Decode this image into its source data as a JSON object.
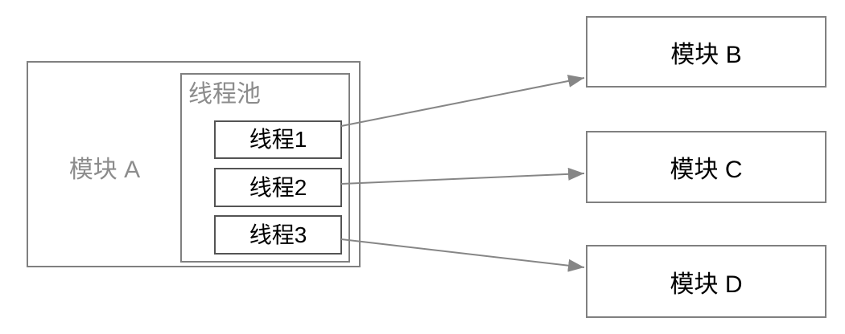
{
  "diagram": {
    "module_a": {
      "label": "模块 A"
    },
    "thread_pool": {
      "label": "线程池",
      "threads": [
        {
          "label": "线程1"
        },
        {
          "label": "线程2"
        },
        {
          "label": "线程3"
        }
      ]
    },
    "target_modules": [
      {
        "label": "模块 B"
      },
      {
        "label": "模块 C"
      },
      {
        "label": "模块 D"
      }
    ],
    "edges": [
      {
        "from": "线程1",
        "to": "模块 B"
      },
      {
        "from": "线程2",
        "to": "模块 C"
      },
      {
        "from": "线程3",
        "to": "模块 D"
      }
    ],
    "colors": {
      "background": "#ffffff",
      "outer_border": "#808080",
      "thread_border": "#545454",
      "arrow": "#868686",
      "gray_label": "#8c8c8c",
      "text": "#000000"
    }
  }
}
